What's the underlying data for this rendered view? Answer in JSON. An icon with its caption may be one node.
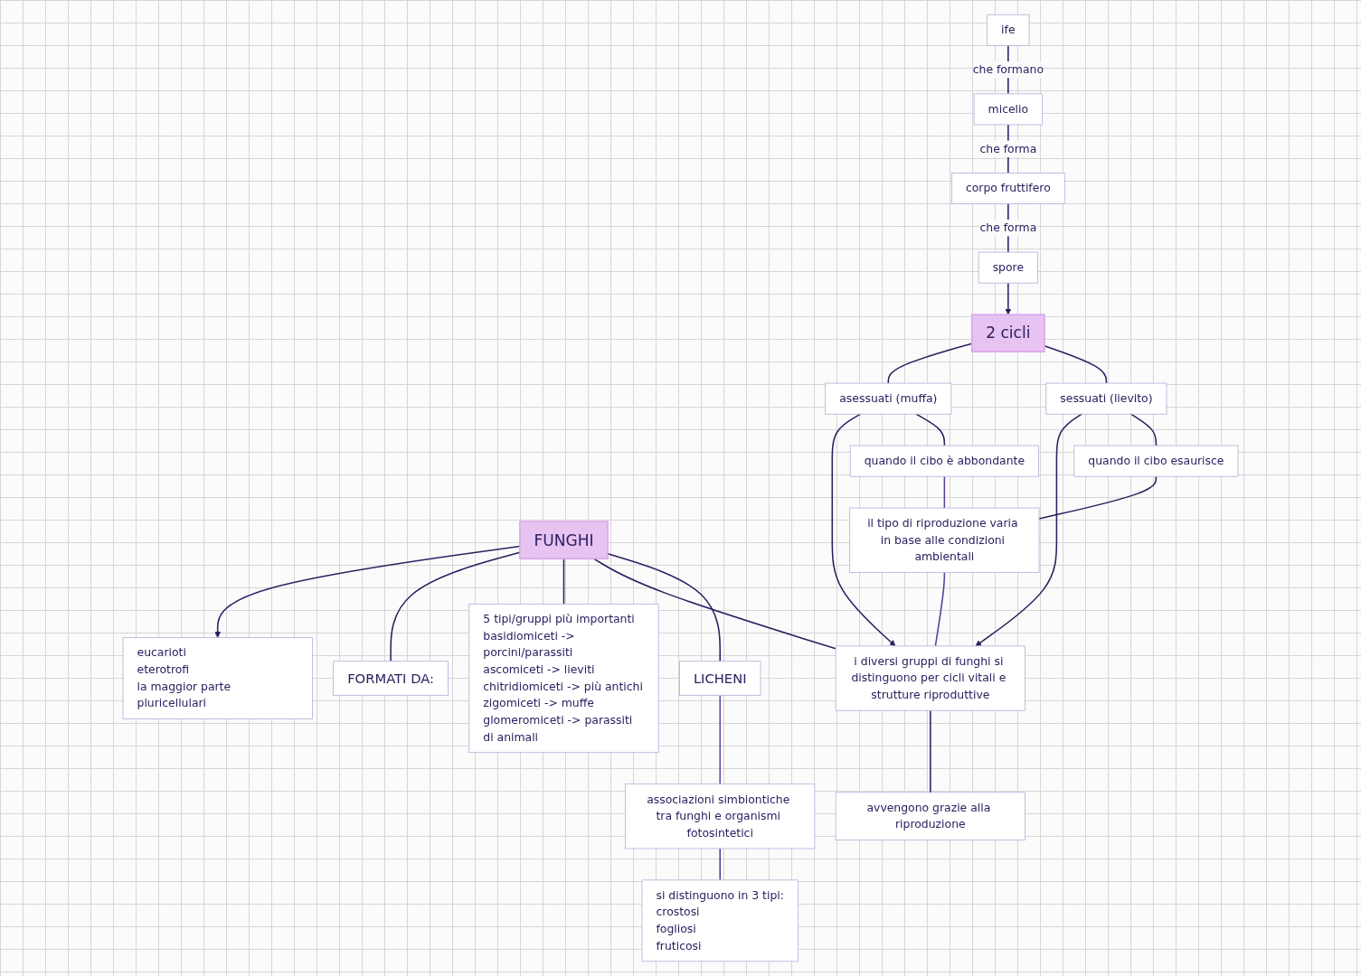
{
  "diagram": {
    "nodes": [
      {
        "text": [
          "FUNGHI"
        ]
      },
      {
        "text": [
          "eucarioti",
          "eterotrofi",
          "la maggior parte pluricellulari"
        ]
      },
      {
        "text": [
          "5 tipi/gruppi più importanti",
          "basidiomiceti -> porcini/parassiti",
          "ascomiceti -> lieviti",
          "chitridiomiceti -> più antichi",
          "zigomiceti -> muffe",
          "glomeromiceti -> parassiti di animali"
        ]
      },
      {
        "text": [
          "FORMATI DA:"
        ]
      },
      {
        "text": [
          "ife"
        ]
      },
      {
        "text": [
          "micelio"
        ]
      },
      {
        "text": [
          "corpo fruttifero"
        ]
      },
      {
        "text": [
          "i diversi gruppi di funghi si distinguono per cicli vitali e strutture riproduttive"
        ]
      },
      {
        "text": [
          "spore"
        ]
      },
      {
        "text": [
          "2 cicli"
        ]
      },
      {
        "text": [
          "asessuati (muffa)"
        ]
      },
      {
        "text": [
          "sessuati (lievito)"
        ]
      },
      {
        "text": [
          "il tipo di riproduzione varia in base alle condizioni ambientali"
        ]
      },
      {
        "text": [
          "avvengono grazie alla riproduzione"
        ]
      },
      {
        "text": [
          "quando il cibo esaurisce"
        ]
      },
      {
        "text": [
          "quando il cibo è abbondante"
        ]
      },
      {
        "text": [
          "LICHENI"
        ]
      },
      {
        "text": [
          "associazioni simbiontiche tra funghi e organismi fotosintetici"
        ]
      },
      {
        "text": [
          "si distinguono in 3 tipi:",
          "crostosi",
          "fogliosi",
          "fruticosi"
        ]
      }
    ],
    "edges": [
      {
        "from": 0,
        "to": 1,
        "arrow": "to"
      },
      {
        "from": 0,
        "to": 3,
        "arrow": "none"
      },
      {
        "from": 0,
        "to": 2,
        "arrow": "none"
      },
      {
        "from": 0,
        "to": 7,
        "arrow": "none"
      },
      {
        "from": 0,
        "to": 16,
        "arrow": "none"
      },
      {
        "from": 4,
        "to": 5,
        "arrow": "none",
        "label": "che formano"
      },
      {
        "from": 5,
        "to": 6,
        "arrow": "none",
        "label": "che forma"
      },
      {
        "from": 6,
        "to": 8,
        "arrow": "none",
        "label": "che forma"
      },
      {
        "from": 8,
        "to": 9,
        "arrow": "to"
      },
      {
        "from": 9,
        "to": 10,
        "arrow": "none"
      },
      {
        "from": 9,
        "to": 11,
        "arrow": "none"
      },
      {
        "from": 10,
        "to": 7,
        "arrow": "to"
      },
      {
        "from": 11,
        "to": 7,
        "arrow": "to"
      },
      {
        "from": 10,
        "to": 15,
        "arrow": "none"
      },
      {
        "from": 11,
        "to": 14,
        "arrow": "none"
      },
      {
        "from": 14,
        "to": 12,
        "arrow": "none"
      },
      {
        "from": 15,
        "to": 12,
        "arrow": "none",
        "color": "#5b3c9c"
      },
      {
        "from": 12,
        "to": 7,
        "arrow": "none",
        "color": "#5b3c9c"
      },
      {
        "from": 7,
        "to": 13,
        "arrow": "none"
      },
      {
        "from": 16,
        "to": 17,
        "arrow": "none",
        "color": "#6a4aa8"
      },
      {
        "from": 17,
        "to": 18,
        "arrow": "none",
        "color": "#5b3c9c"
      }
    ]
  }
}
